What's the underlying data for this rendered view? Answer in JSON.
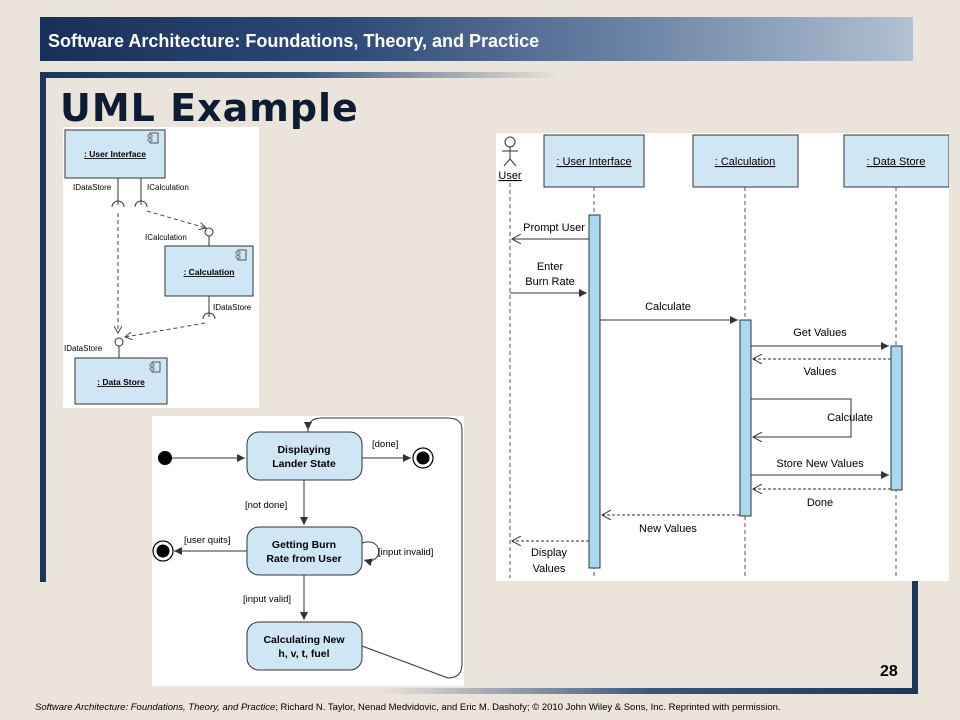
{
  "header": {
    "title": "Software Architecture: Foundations, Theory, and Practice"
  },
  "slide": {
    "title": "UML Example",
    "page_number": "28"
  },
  "component_diagram": {
    "components": [
      ": User Interface",
      ": Calculation",
      ": Data Store"
    ],
    "interfaces": {
      "ui_left": "IDataStore",
      "ui_right": "ICalculation",
      "calc_provided": "ICalculation",
      "calc_required": "IDataStore",
      "ds_provided": "IDataStore"
    }
  },
  "sequence_diagram": {
    "actor": "User",
    "lifelines": [
      ": User Interface",
      ": Calculation",
      ": Data Store"
    ],
    "messages": {
      "prompt_user": "Prompt User",
      "enter_burn_rate": [
        "Enter",
        "Burn Rate"
      ],
      "calculate": "Calculate",
      "get_values": "Get Values",
      "values": "Values",
      "self_calculate": "Calculate",
      "store_new_values": "Store New Values",
      "done": "Done",
      "new_values": "New Values",
      "display_values": [
        "Display",
        "Values"
      ]
    }
  },
  "state_diagram": {
    "states": {
      "displaying": [
        "Displaying",
        "Lander State"
      ],
      "getting": [
        "Getting Burn",
        "Rate from User"
      ],
      "calculating": [
        "Calculating New",
        "h, v, t, fuel"
      ]
    },
    "guards": {
      "done": "[done]",
      "not_done": "[not done]",
      "user_quits": "[user quits]",
      "input_invalid": "[input invalid]",
      "input_valid": "[input valid]"
    }
  },
  "footer": {
    "book_title": "Software Architecture: Foundations, Theory, and Practice",
    "text": "; Richard N. Taylor, Nenad Medvidovic, and Eric M. Dashofy; © 2010 John Wiley & Sons, Inc. Reprinted with permission."
  }
}
